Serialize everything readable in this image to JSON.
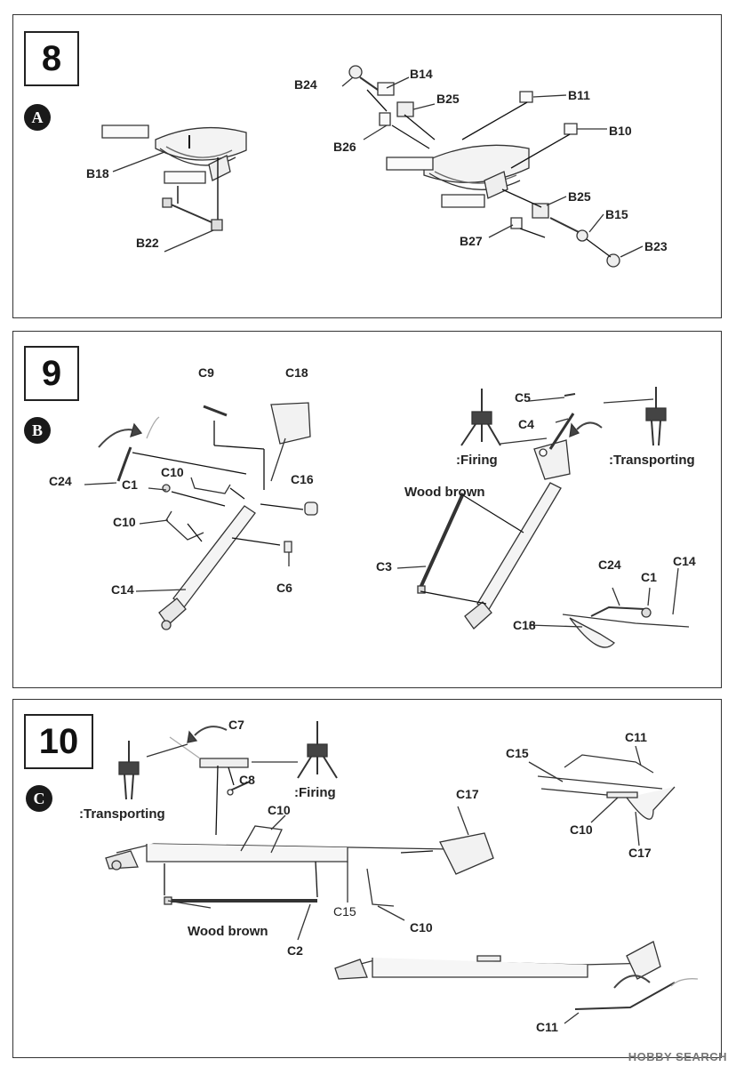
{
  "steps": [
    {
      "number": "8",
      "section": "A",
      "labels": {
        "B18": "B18",
        "B22": "B22",
        "B24": "B24",
        "B14": "B14",
        "B25a": "B25",
        "B26": "B26",
        "B11": "B11",
        "B10": "B10",
        "B25b": "B25",
        "B15": "B15",
        "B27": "B27",
        "B23": "B23"
      }
    },
    {
      "number": "9",
      "section": "B",
      "labels": {
        "C9": "C9",
        "C18a": "C18",
        "C24a": "C24",
        "C1a": "C1",
        "C10a": "C10",
        "C16": "C16",
        "C10b": "C10",
        "C6": "C6",
        "C14a": "C14",
        "C5": "C5",
        "C4": "C4",
        "firing": ":Firing",
        "transporting": ":Transporting",
        "wood": "Wood  brown",
        "C3": "C3",
        "C24b": "C24",
        "C14b": "C14",
        "C1b": "C1",
        "C18b": "C18"
      }
    },
    {
      "number": "10",
      "section": "C",
      "labels": {
        "C7": "C7",
        "C8": "C8",
        "transporting": ":Transporting",
        "firing": ":Firing",
        "C10a": "C10",
        "C17a": "C17",
        "C15a": "C15",
        "C10b": "C10",
        "wood": "Wood  brown",
        "C2": "C2",
        "C15b": "C15",
        "C11a": "C11",
        "C10c": "C10",
        "C17b": "C17",
        "C11b": "C11"
      }
    }
  ],
  "footer": {
    "logo_text": "HOBBY SEARCH"
  },
  "icons": {
    "step_marker": "filled-black-circle",
    "arrow": "rotation-arrow-icon"
  }
}
